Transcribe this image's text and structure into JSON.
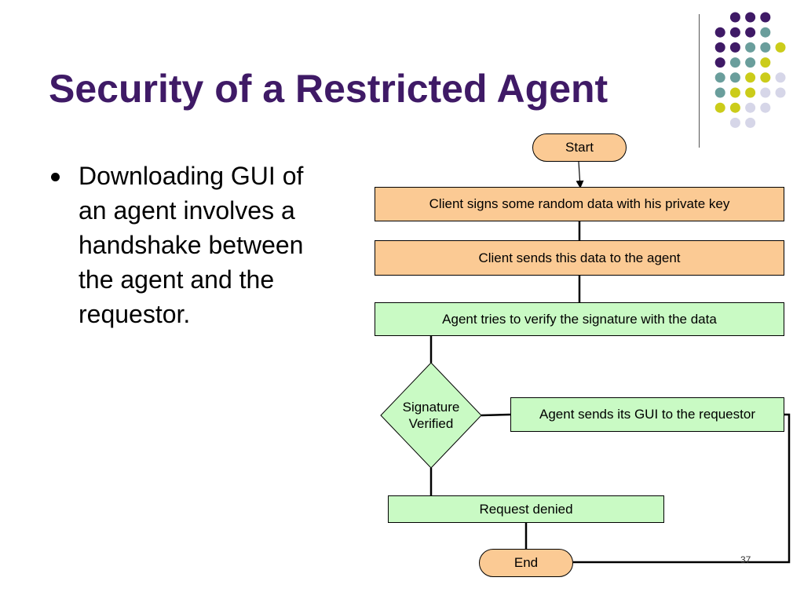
{
  "slide": {
    "title": "Security of a Restricted Agent",
    "bullets": [
      "Downloading GUI of an agent involves a handshake between the agent and the requestor."
    ],
    "page_number": "37"
  },
  "flowchart": {
    "start": "Start",
    "step1": "Client signs some random data with his private key",
    "step2": "Client sends this data to the agent",
    "step3": "Agent tries to verify the signature with the data",
    "decision_line1": "Signature",
    "decision_line2": "Verified",
    "yes_step": "Agent sends its GUI to the requestor",
    "no_step": "Request denied",
    "end": "End"
  },
  "colors": {
    "title": "#3f1a66",
    "orange_box": "#fbca94",
    "green_box": "#c9fac4",
    "dot_purple": "#3f1a66",
    "dot_teal": "#6a9e9c",
    "dot_yellow": "#cbcc1a",
    "dot_lavender": "#d6d6e8"
  }
}
